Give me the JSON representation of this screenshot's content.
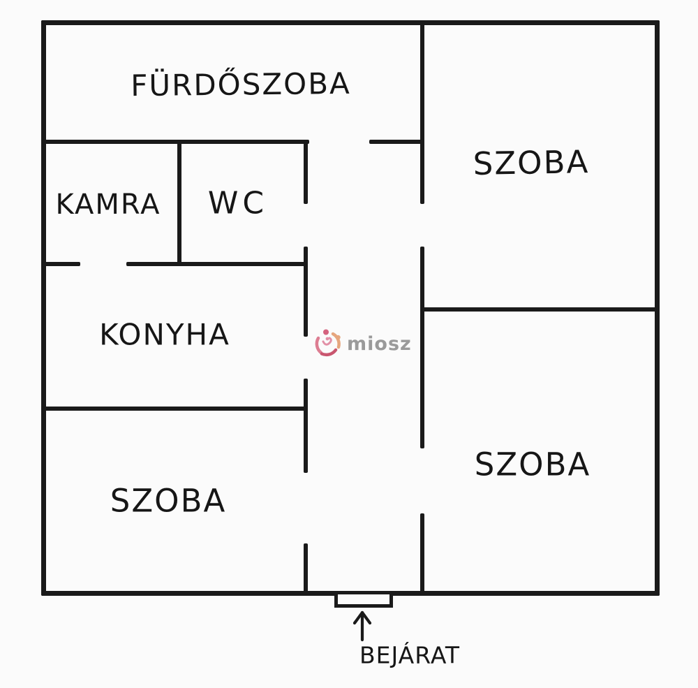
{
  "plan": {
    "type": "floor-plan",
    "background_color": "#fbfbfb",
    "wall_color": "#1a1a1a",
    "label_color": "#161616"
  },
  "rooms": {
    "bathroom": {
      "label": "FÜRDŐSZOBA"
    },
    "pantry": {
      "label": "KAMRA"
    },
    "wc": {
      "label": "WC"
    },
    "kitchen": {
      "label": "KONYHA"
    },
    "room_top_right": {
      "label": "SZOBA"
    },
    "room_bottom_left": {
      "label": "SZOBA"
    },
    "room_bottom_right": {
      "label": "SZOBA"
    }
  },
  "entrance": {
    "label": "BEJÁRAT",
    "arrow_icon": "up-arrow"
  },
  "watermark": {
    "logo_icon": "miosz-logo",
    "text": "miosz",
    "text_color": "#9a9a9a",
    "logo_colors": {
      "rose_light": "#dd7d92",
      "rose_deep": "#c9566f",
      "pink": "#d4637f",
      "peach": "#e6a67e",
      "center_pink": "#e290a6"
    }
  }
}
